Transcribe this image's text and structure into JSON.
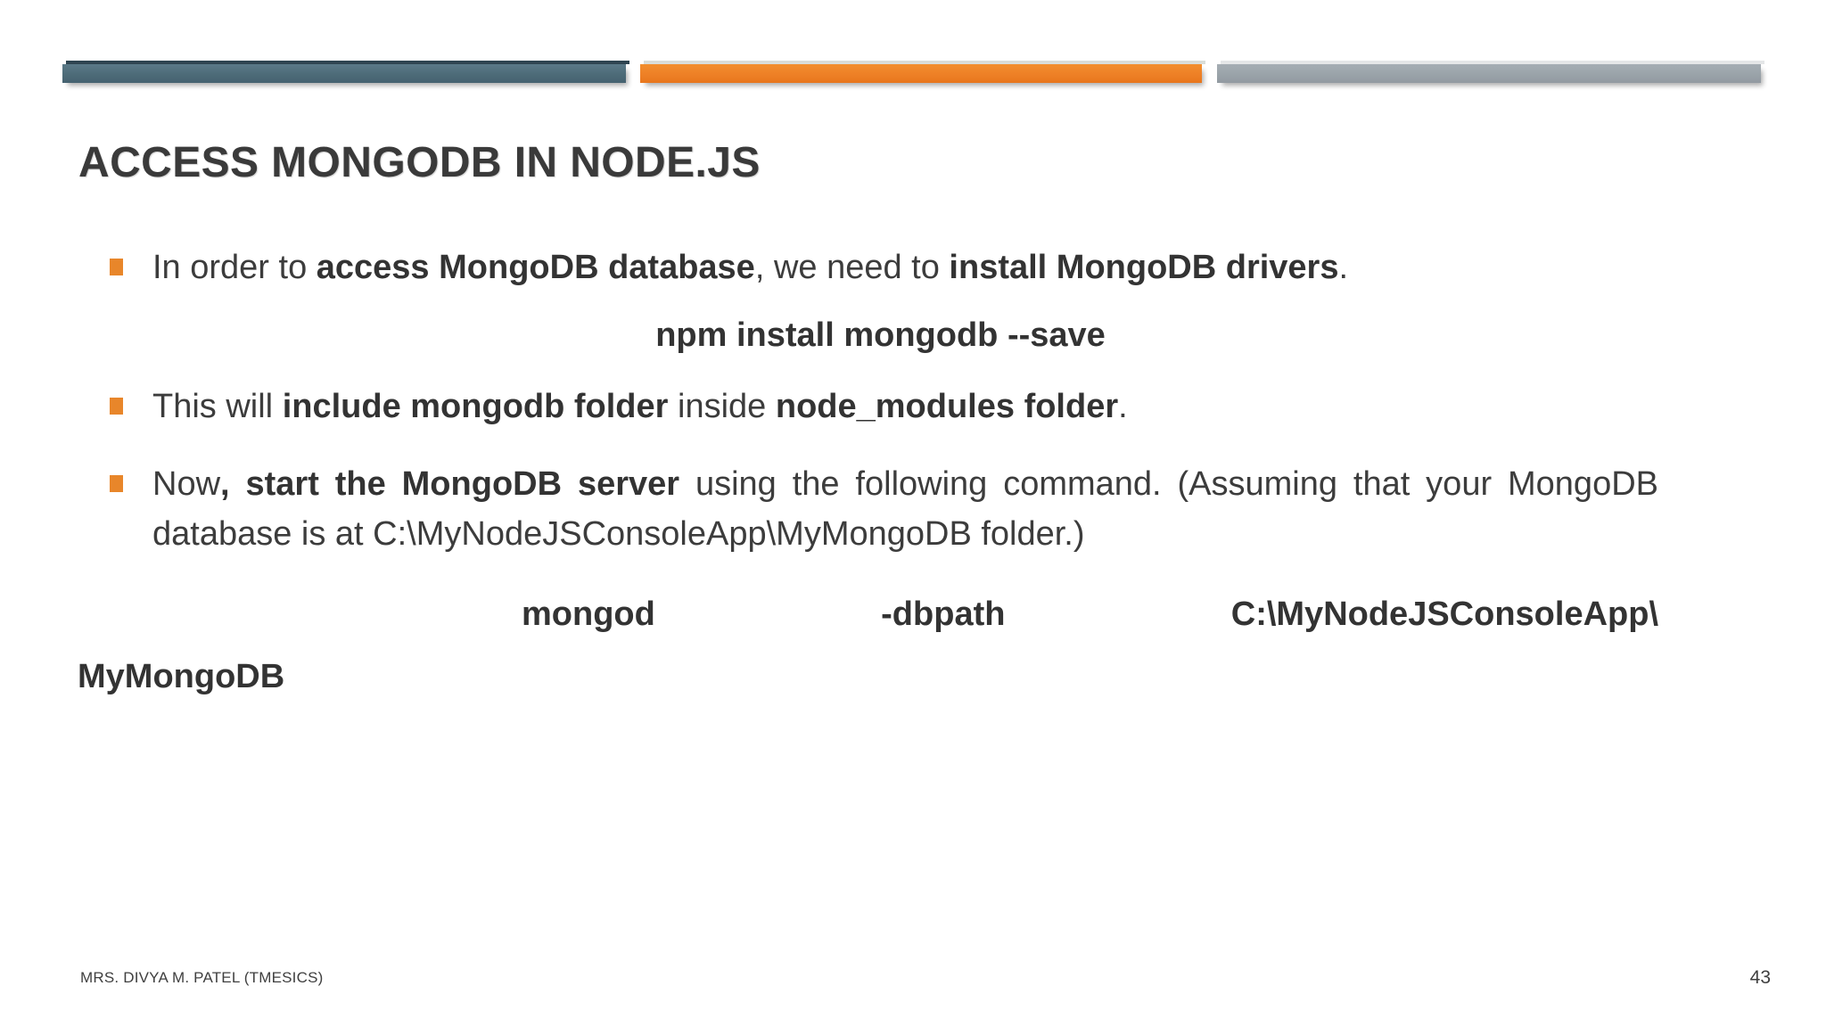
{
  "slide": {
    "title": "ACCESS MONGODB IN NODE.JS",
    "page_number": "43",
    "footer": "MRS. DIVYA M. PATEL (TMESICS)"
  },
  "theme": {
    "bar_teal": "#4d6b78",
    "bar_orange": "#ee8026",
    "bar_gray": "#9aa3a9",
    "bullet_color": "#e8862a",
    "title_color": "#3a3a3a",
    "body_color": "#3c3c3c",
    "background": "#ffffff"
  },
  "body": {
    "bullet1": {
      "part1": "In order to ",
      "bold1": "access MongoDB database",
      "part2": ", we need to ",
      "bold2": "install MongoDB drivers",
      "part3": "."
    },
    "command1": "npm install mongodb --save",
    "bullet2": {
      "part1": "This will ",
      "bold1": "include mongodb folder",
      "part2": " inside ",
      "bold2": "node_modules folder",
      "part3": "."
    },
    "bullet3": {
      "part1": "Now",
      "bold1": ", start the MongoDB server",
      "part2": " using the following command. (Assuming that your MongoDB database is at C:\\MyNodeJSConsoleApp\\MyMongoDB folder.)"
    },
    "command2": {
      "token1": "mongod",
      "token2": "-dbpath",
      "token3": "C:\\MyNodeJSConsoleApp\\",
      "token4": "MyMongoDB"
    }
  }
}
